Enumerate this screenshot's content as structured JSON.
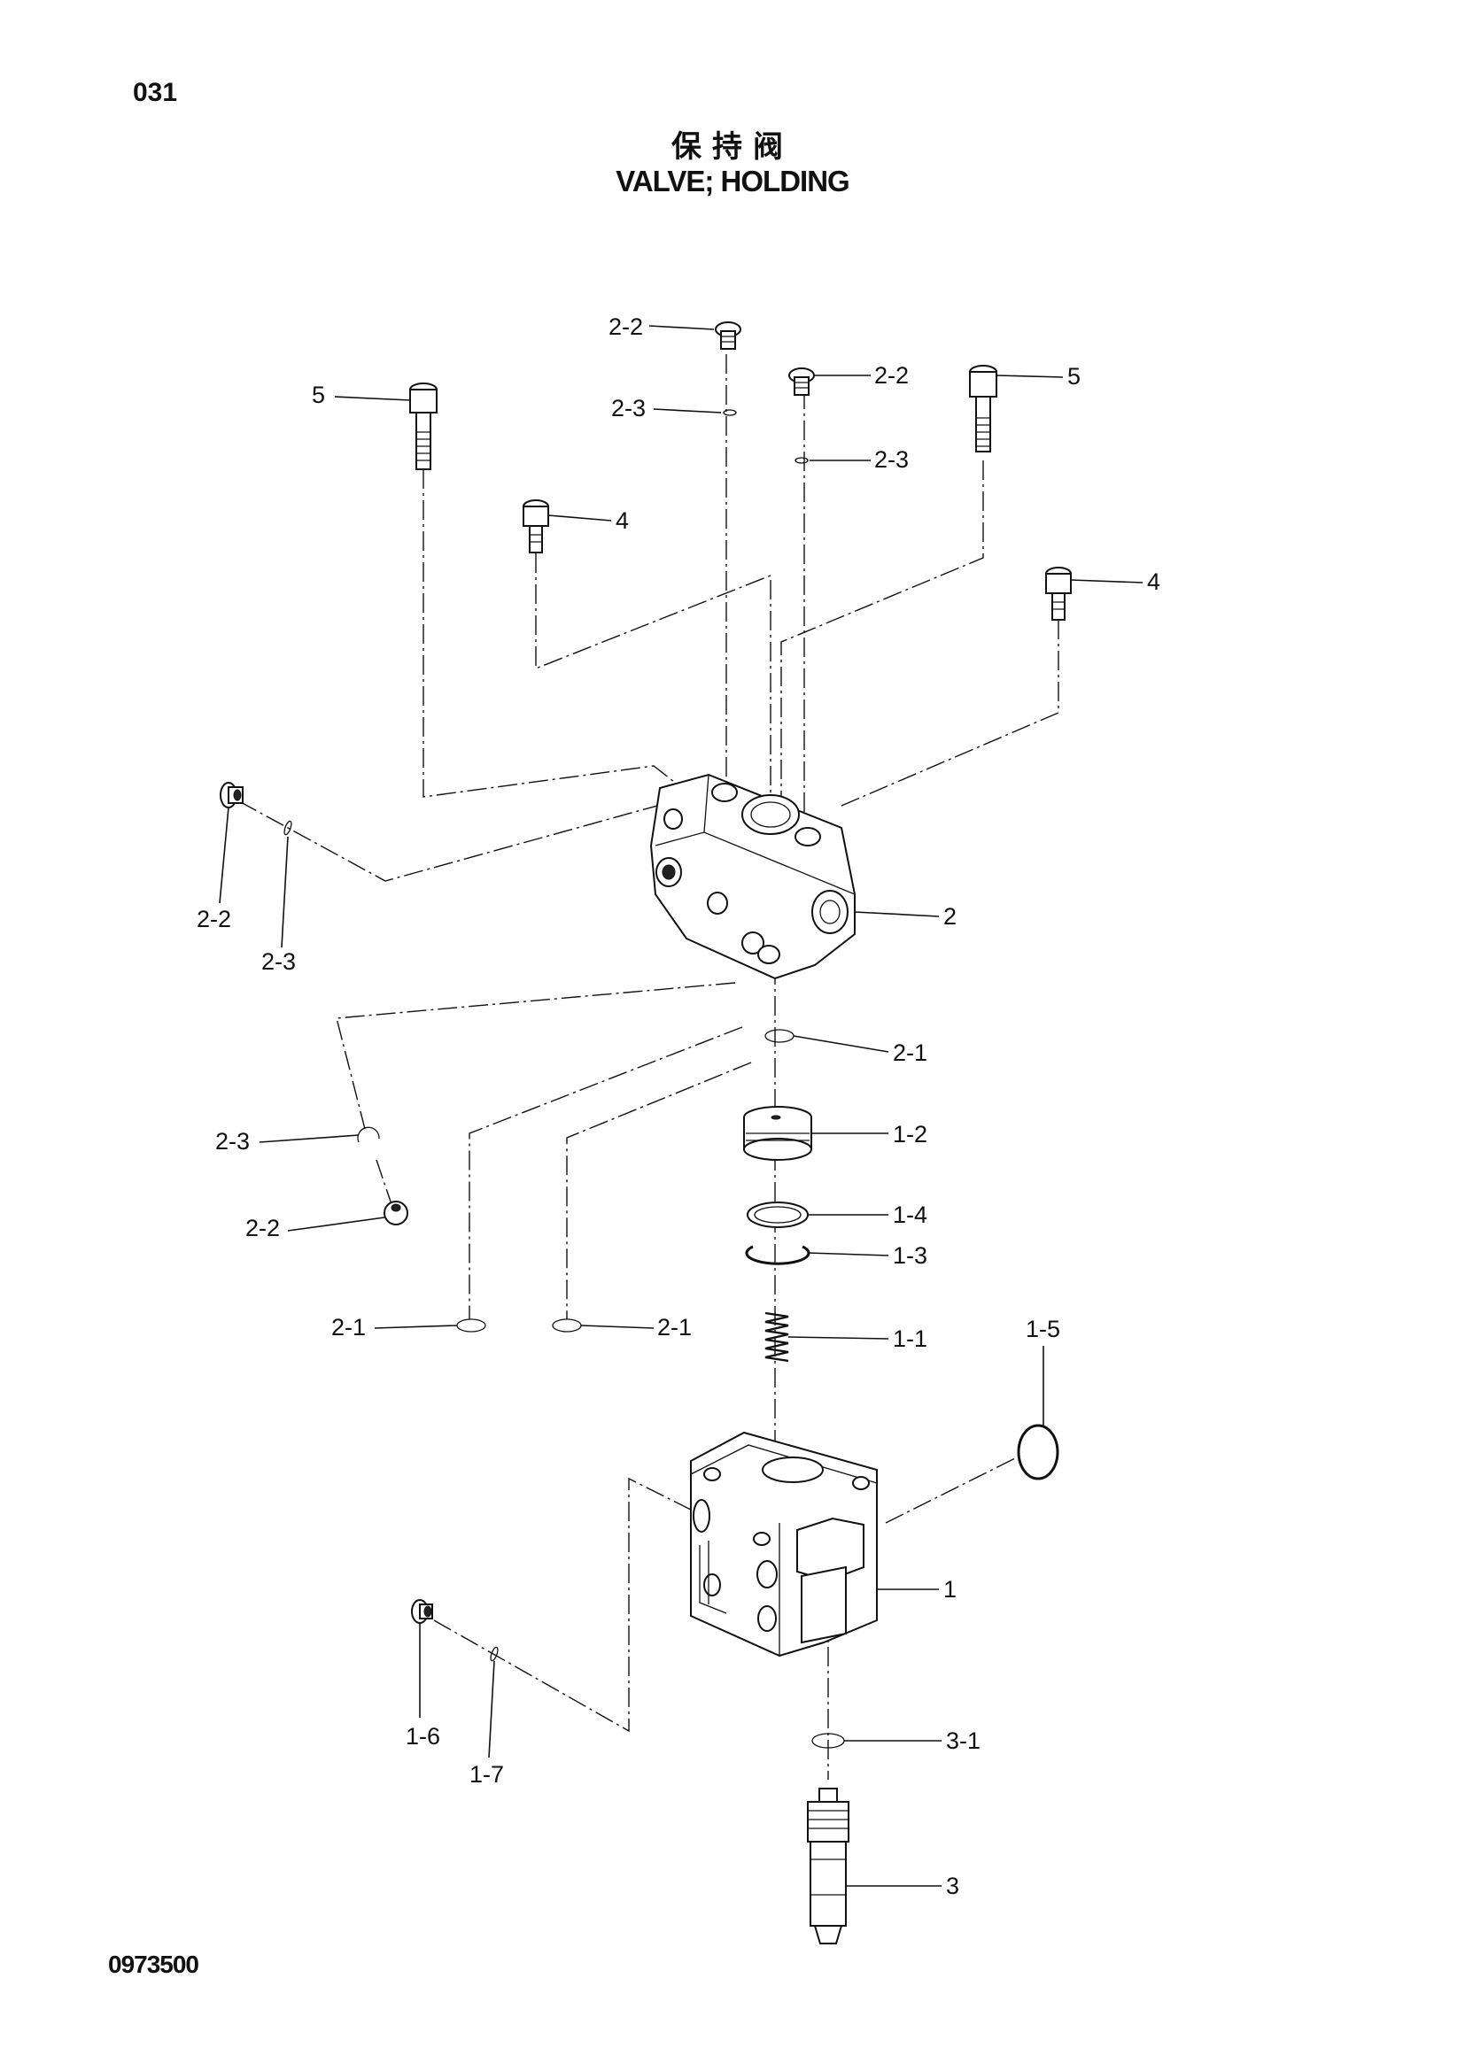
{
  "header": {
    "page_number": "031",
    "title_cn": "保持阀",
    "title_en": "VALVE; HOLDING"
  },
  "footer": {
    "drawing_code": "0973500"
  },
  "callouts": [
    {
      "id": "c01",
      "text": "2-2"
    },
    {
      "id": "c02",
      "text": "2-3"
    },
    {
      "id": "c03",
      "text": "2-2"
    },
    {
      "id": "c04",
      "text": "2-3"
    },
    {
      "id": "c05",
      "text": "5"
    },
    {
      "id": "c06",
      "text": "5"
    },
    {
      "id": "c07",
      "text": "4"
    },
    {
      "id": "c08",
      "text": "4"
    },
    {
      "id": "c09",
      "text": "2-2"
    },
    {
      "id": "c10",
      "text": "2-3"
    },
    {
      "id": "c11",
      "text": "2"
    },
    {
      "id": "c12",
      "text": "2-1"
    },
    {
      "id": "c13",
      "text": "2-3"
    },
    {
      "id": "c14",
      "text": "1-2"
    },
    {
      "id": "c15",
      "text": "2-2"
    },
    {
      "id": "c16",
      "text": "1-4"
    },
    {
      "id": "c17",
      "text": "1-3"
    },
    {
      "id": "c18",
      "text": "2-1"
    },
    {
      "id": "c19",
      "text": "2-1"
    },
    {
      "id": "c20",
      "text": "1-1"
    },
    {
      "id": "c21",
      "text": "1-5"
    },
    {
      "id": "c22",
      "text": "1"
    },
    {
      "id": "c23",
      "text": "1-6"
    },
    {
      "id": "c24",
      "text": "1-7"
    },
    {
      "id": "c25",
      "text": "3-1"
    },
    {
      "id": "c26",
      "text": "3"
    }
  ]
}
